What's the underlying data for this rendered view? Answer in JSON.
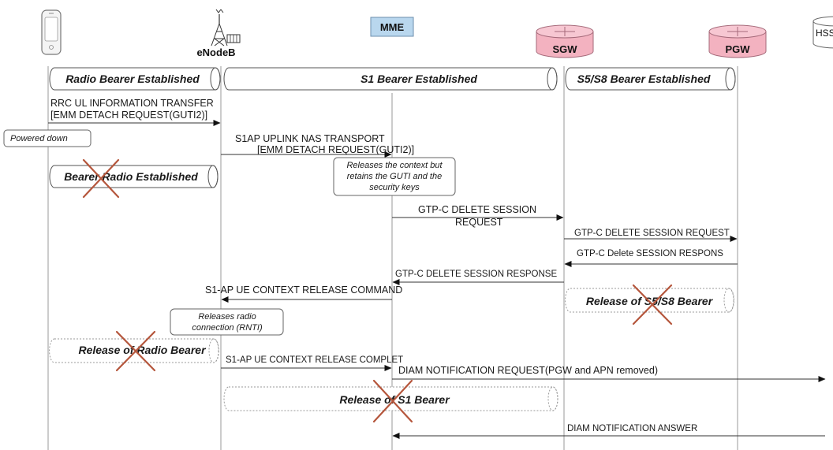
{
  "nodes": {
    "ue": "",
    "enodeb": "eNodeB",
    "mme": "MME",
    "sgw": "SGW",
    "pgw": "PGW",
    "hss": "HSS"
  },
  "bearers": {
    "radio": "Radio Bearer Established",
    "s1": "S1 Bearer Established",
    "s5s8": "S5/S8 Bearer Established",
    "radio_released_state": "Bearer Radio Established",
    "release_s5s8": "Release of S5/S8 Bearer",
    "release_radio": "Release of Radio Bearer",
    "release_s1": "Release of S1 Bearer"
  },
  "messages": {
    "rrc_ul_line1": "RRC UL INFORMATION TRANSFER",
    "rrc_ul_line2": "[EMM DETACH REQUEST(GUTI2)]",
    "s1ap_uplink_line1": "S1AP UPLINK NAS TRANSPORT",
    "s1ap_uplink_line2": "[EMM DETACH REQUEST(GUTI2)]",
    "gtp_delete_req_line1": "GTP-C DELETE SESSION",
    "gtp_delete_req_line2": "REQUEST",
    "gtp_delete_req_s5": "GTP-C DELETE SESSION REQUEST",
    "gtp_delete_resp_s5": "GTP-C Delete SESSION RESPONS",
    "gtp_delete_resp_s11": "GTP-C DELETE SESSION RESPONSE",
    "s1ap_release_cmd": "S1-AP UE CONTEXT RELEASE COMMAND",
    "s1ap_release_complete": "S1-AP UE CONTEXT RELEASE COMPLET",
    "diam_notif_req": "DIAM NOTIFICATION REQUEST(PGW and APN removed)",
    "diam_notif_ans": "DIAM NOTIFICATION ANSWER"
  },
  "notes": {
    "powered_down": "Powered down",
    "mme_note_line1": "Releases the context but",
    "mme_note_line2": "retains the GUTI and the",
    "mme_note_line3": "security keys",
    "enb_note_line1": "Releases radio",
    "enb_note_line2": "connection (RNTI)"
  },
  "colors": {
    "mme_fill": "#b9d7ee",
    "router_fill": "#f3b2c0",
    "cross": "#b5563c"
  },
  "icons": [
    "phone-icon",
    "antenna-tower-icon",
    "router-icon",
    "database-icon"
  ]
}
